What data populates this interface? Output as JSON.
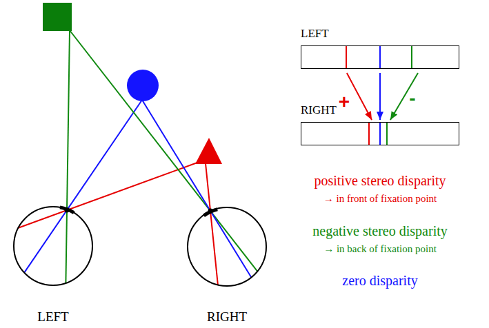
{
  "diagram": {
    "nodes": [
      {
        "text": [
          "LEFT"
        ]
      },
      {
        "text": [
          "RIGHT"
        ]
      }
    ],
    "edges": [
      {
        "from": 0,
        "to": 1,
        "arrow": "to",
        "label": "+"
      },
      {
        "from": 0,
        "to": 1,
        "arrow": "to"
      },
      {
        "from": 0,
        "to": 1,
        "arrow": "to",
        "label": "-"
      }
    ],
    "labels": [
      "positive stereo disparity",
      "→ in front of fixation point",
      "negative stereo disparity",
      "→ in back of fixation point",
      "zero disparity",
      "LEFT",
      "RIGHT"
    ]
  }
}
